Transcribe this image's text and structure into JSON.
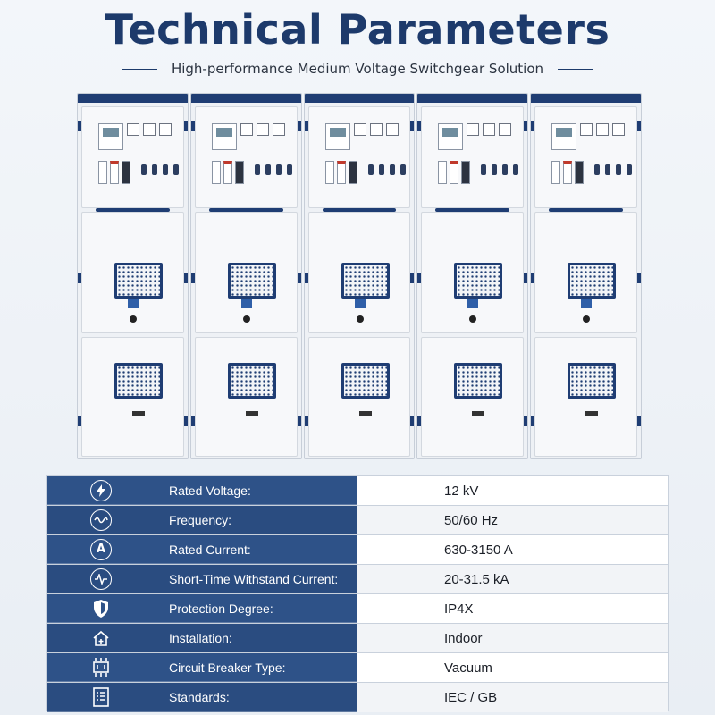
{
  "header": {
    "title": "Technical Parameters",
    "subtitle": "High-performance Medium Voltage Switchgear Solution"
  },
  "colors": {
    "primary": "#1d3a6b",
    "table_left": "#2e5288",
    "background": "#eef2f6"
  },
  "specs": [
    {
      "icon": "lightning-icon",
      "label": "Rated Voltage:",
      "value": "12 kV"
    },
    {
      "icon": "wave-icon",
      "label": "Frequency:",
      "value": "50/60 Hz"
    },
    {
      "icon": "ampere-icon",
      "icon_text": "A",
      "label": "Rated Current:",
      "value": "630-3150 A"
    },
    {
      "icon": "pulse-icon",
      "label": "Short-Time Withstand Current:",
      "value": "20-31.5 kA"
    },
    {
      "icon": "shield-icon",
      "label": "Protection Degree:",
      "value": "IP4X"
    },
    {
      "icon": "house-plus-icon",
      "label": "Installation:",
      "value": "Indoor"
    },
    {
      "icon": "breaker-icon",
      "label": "Circuit Breaker Type:",
      "value": "Vacuum"
    },
    {
      "icon": "document-list-icon",
      "label": "Standards:",
      "value": "IEC / GB"
    }
  ]
}
